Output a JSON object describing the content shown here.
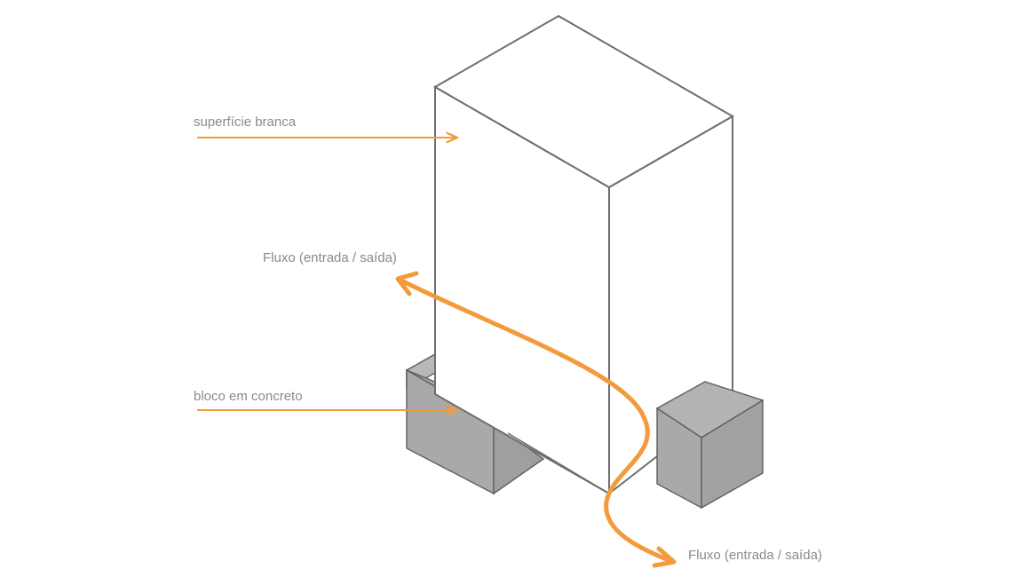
{
  "labels": {
    "white_surface": "superfície branca",
    "concrete_block": "bloco em concreto",
    "flow_top": "Fluxo (entrada / saída)",
    "flow_bottom": "Fluxo (entrada / saída)"
  },
  "colors": {
    "accent": "#f39a3c",
    "outline": "#6e6e6e",
    "concrete_fill": "#a9a9a9",
    "concrete_top": "#b3b3b3",
    "label_text": "#8a8a8a"
  }
}
